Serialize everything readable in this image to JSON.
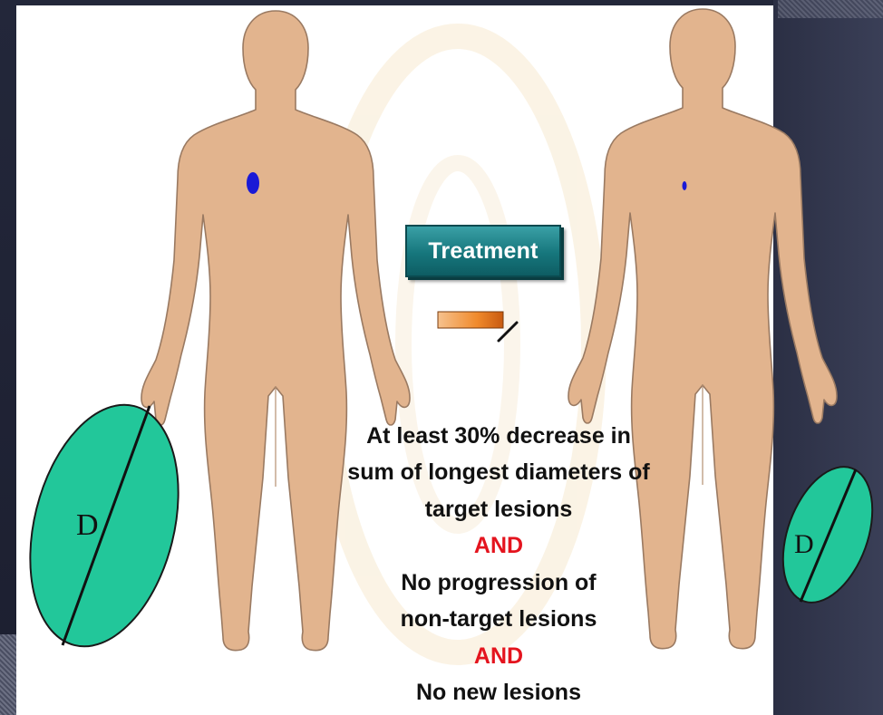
{
  "treatment_label": "Treatment",
  "criteria": {
    "line1": "At least 30% decrease in",
    "line2": "sum of longest diameters of",
    "line3": "target lesions",
    "and1": "AND",
    "line4": "No progression of",
    "line5": "non-target lesions",
    "and2": "AND",
    "line6": "No new lesions"
  },
  "lesion_before": {
    "diameter_label": "D"
  },
  "lesion_after": {
    "diameter_label": "D"
  },
  "colors": {
    "skin": "#e2b48e",
    "skin_outline": "#9a7a62",
    "lesion_dot": "#1a1ad6",
    "lesion_ellipse": "#22c79a",
    "treatment_button": "#16767c",
    "and_text": "#e4141e"
  },
  "icons": {
    "arrow": "arrow-right-icon"
  }
}
